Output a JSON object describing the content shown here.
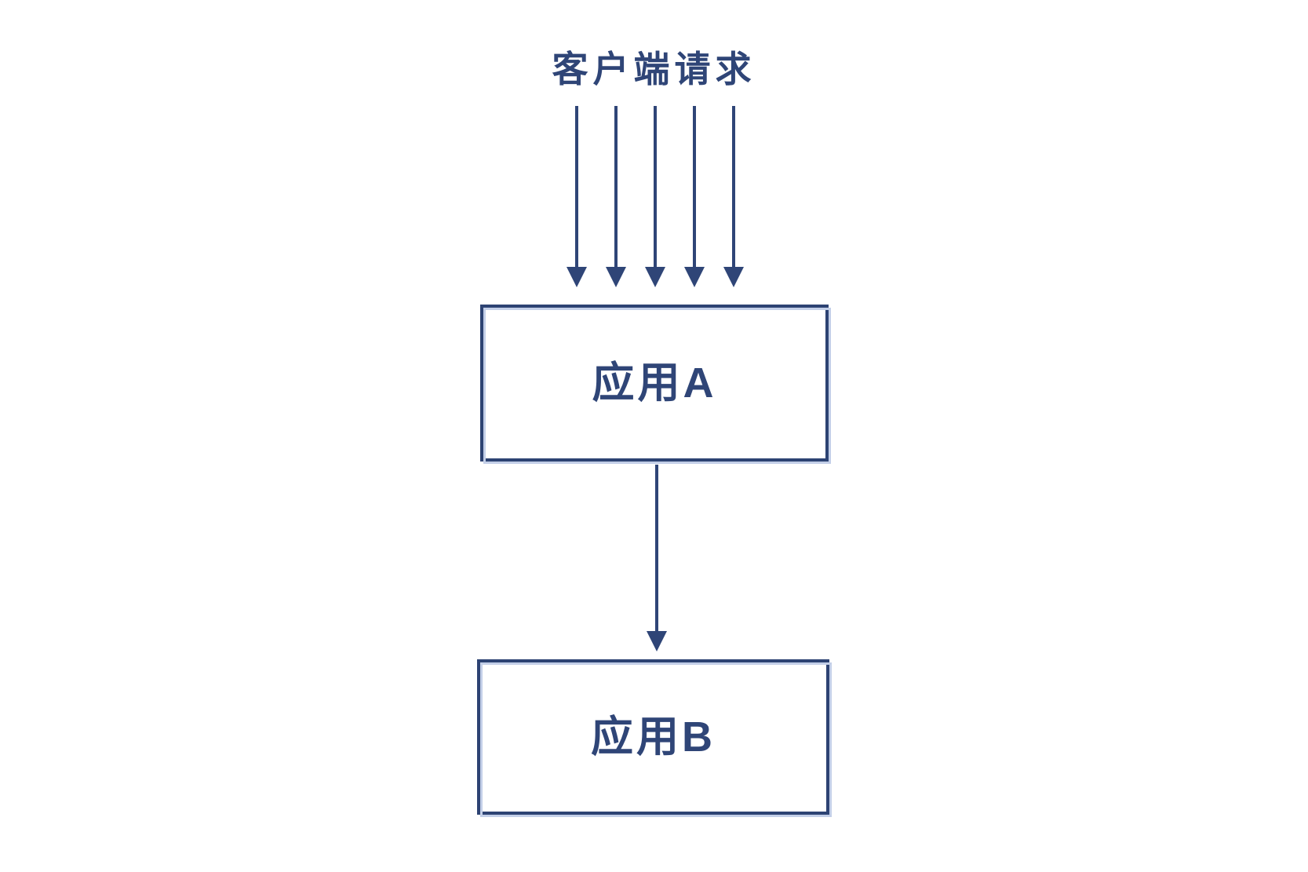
{
  "diagram": {
    "title": "客户端请求",
    "boxes": [
      {
        "label": "应用A"
      },
      {
        "label": "应用B"
      }
    ],
    "client_request_arrow_count": 5,
    "colors": {
      "stroke": "#2f4577",
      "box_border": "#2d4373",
      "highlight": "#c3cfe8",
      "background": "#ffffff"
    }
  }
}
